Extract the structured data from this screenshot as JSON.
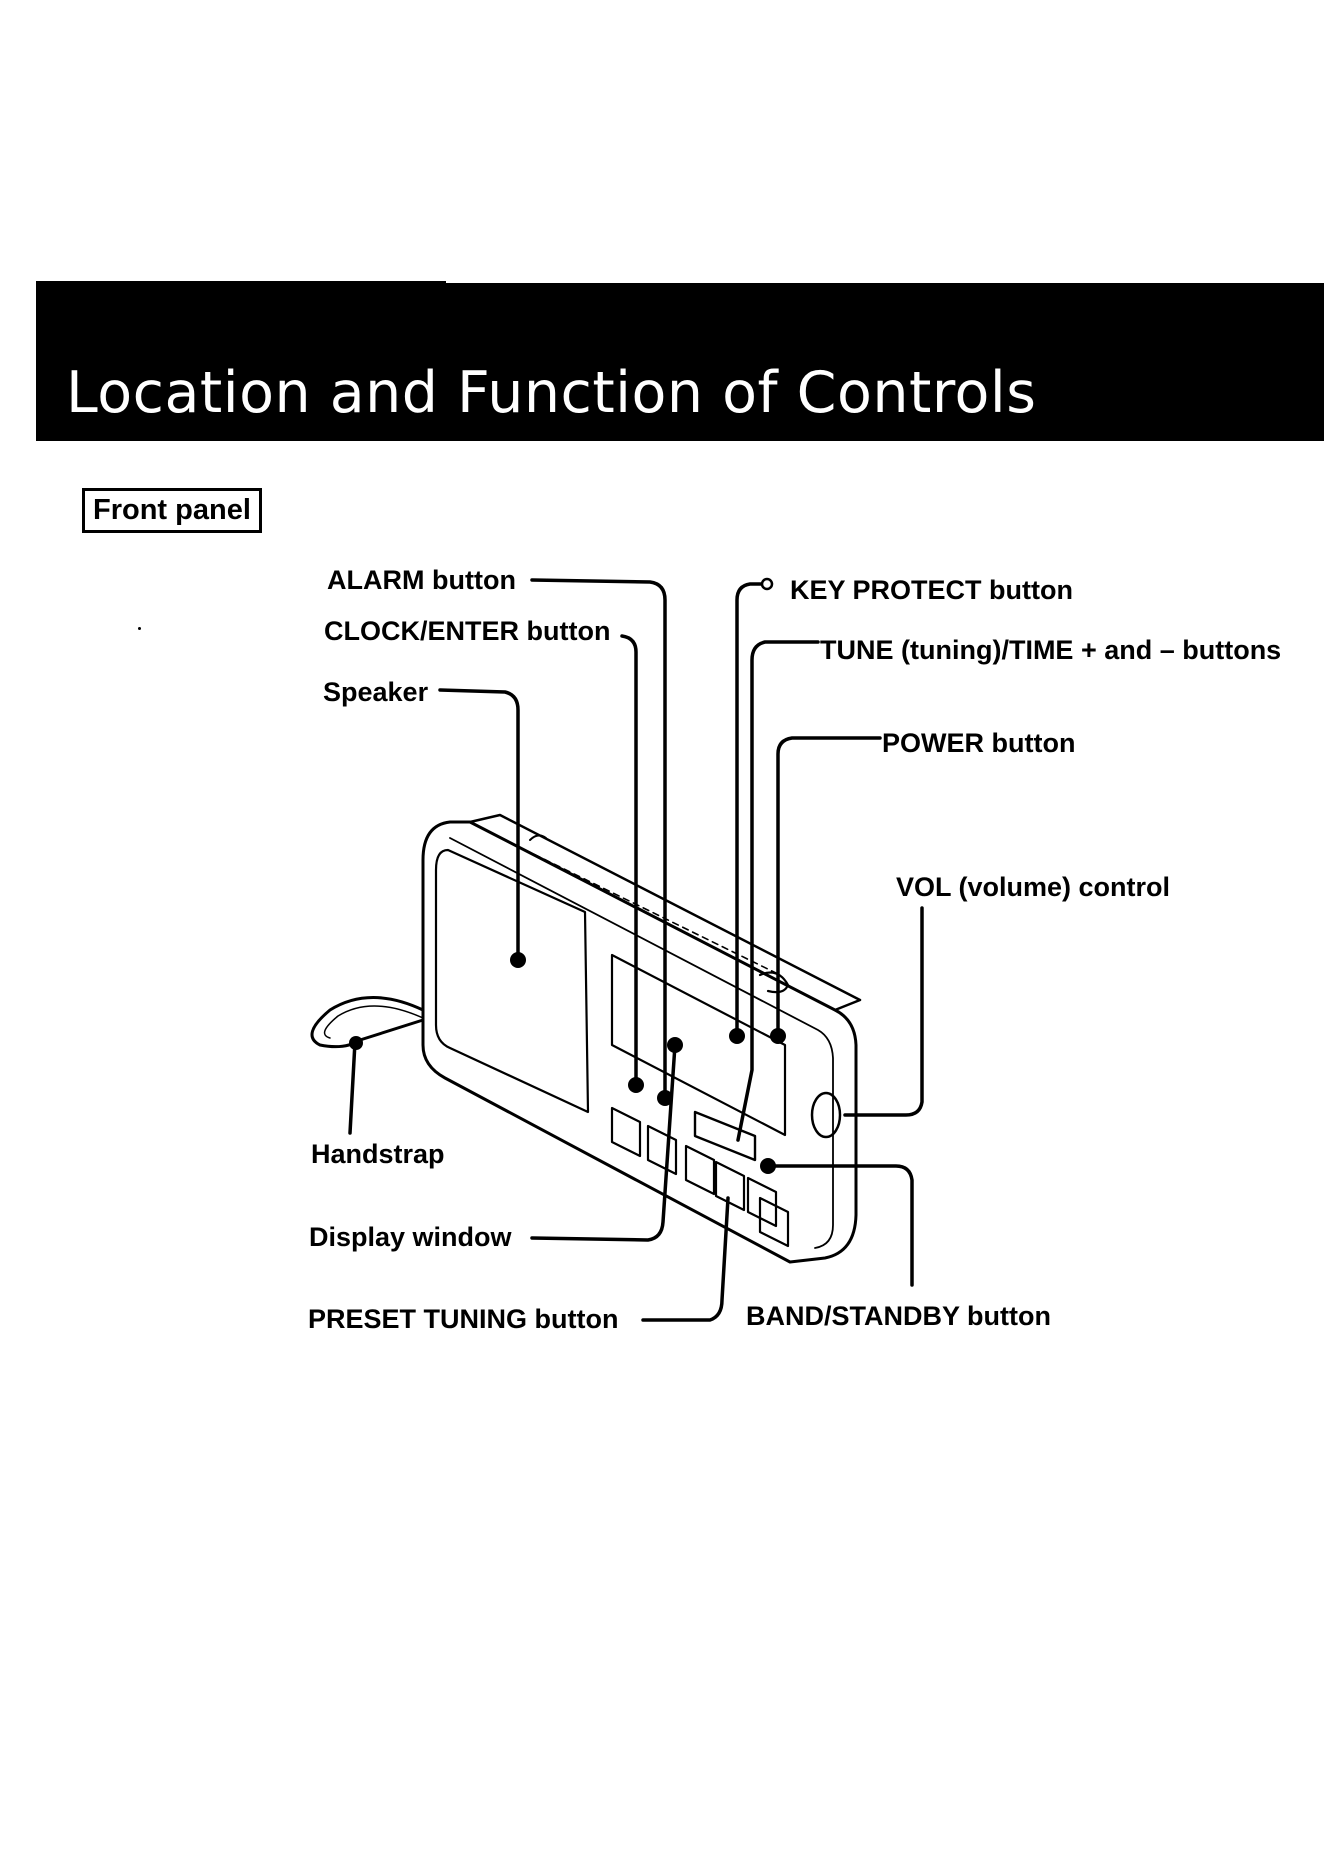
{
  "header": {
    "title": "Location and Function of Controls"
  },
  "section": {
    "label": "Front panel"
  },
  "callouts": {
    "alarm": "ALARM button",
    "clock_enter": "CLOCK/ENTER button",
    "speaker": "Speaker",
    "key_protect": "KEY PROTECT button",
    "tune_time": "TUNE (tuning)/TIME + and – buttons",
    "power": "POWER button",
    "vol": "VOL (volume)  control",
    "handstrap": "Handstrap",
    "display_window": "Display window",
    "preset_tuning": "PRESET TUNING button",
    "band_standby": "BAND/STANDBY button"
  },
  "colors": {
    "ink": "#000000",
    "paper": "#ffffff"
  }
}
